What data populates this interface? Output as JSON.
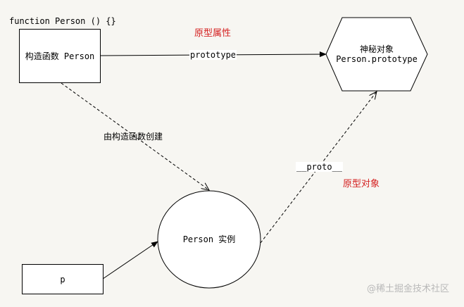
{
  "header": {
    "code": "function Person () {}"
  },
  "nodes": {
    "constructor": {
      "label": "构造函数 Person"
    },
    "prototype": {
      "line1": "神秘对象",
      "line2": "Person.prototype"
    },
    "instance": {
      "label": "Person 实例"
    },
    "variable": {
      "label": "p"
    }
  },
  "edges": {
    "prototype_edge": {
      "label": "prototype",
      "annotation": "原型属性"
    },
    "created_by": {
      "label": "由构造函数创建"
    },
    "proto_edge": {
      "label": "__proto__",
      "annotation": "原型对象"
    }
  },
  "colors": {
    "annotation": "#d41f1f",
    "background": "#f7f6f2",
    "line": "#000000"
  },
  "watermark": "@稀土掘金技术社区"
}
